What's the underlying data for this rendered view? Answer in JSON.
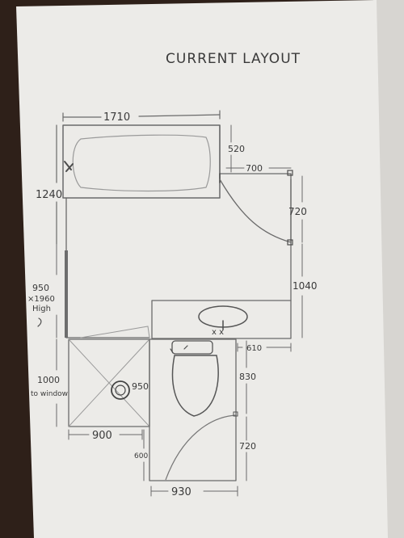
{
  "title": "CURRENT LAYOUT",
  "dims": {
    "bath_width": "1710",
    "bath_depth": "1240",
    "offset_520": "520",
    "opening_700": "700",
    "door_720": "720",
    "wall_1040": "1040",
    "window_950": "950",
    "window_high_1": "×1960",
    "window_high_2": "High",
    "shower_to_window_1": "1000",
    "shower_to_window_2": "to window",
    "drain_950": "950",
    "shower_900": "900",
    "basin_610": "610",
    "wc_830": "830",
    "wc_720": "720",
    "wc_600": "600",
    "wc_930": "930"
  },
  "fixtures": {
    "basin_taps": "x x"
  },
  "colors": {
    "paper": "#ecebe8",
    "pencil": "#555555",
    "background": "#2e2019"
  }
}
